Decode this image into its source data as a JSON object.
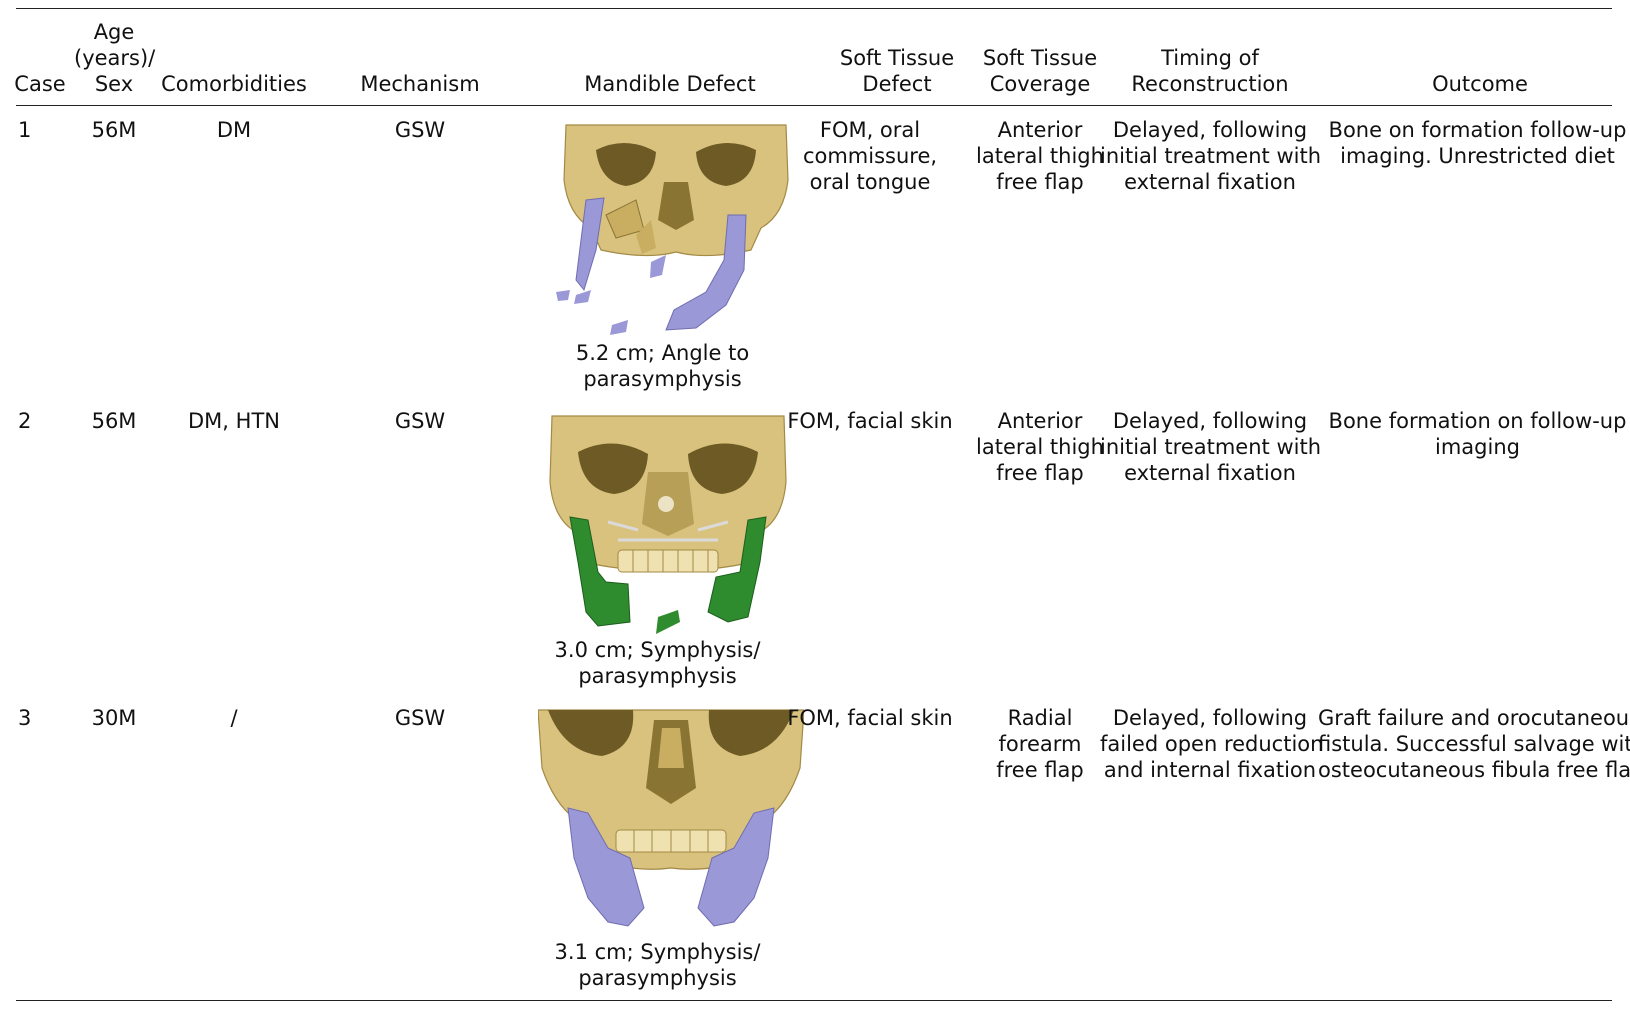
{
  "table": {
    "headers": {
      "case": "Case",
      "age": [
        "Age",
        "(years)/",
        "Sex"
      ],
      "comorbidities": "Comorbidities",
      "mechanism": "Mechanism",
      "mandible_defect": "Mandible Defect",
      "soft_tissue_defect": [
        "Soft Tissue",
        "Defect"
      ],
      "soft_tissue_coverage": [
        "Soft Tissue",
        "Coverage"
      ],
      "timing": [
        "Timing of",
        "Reconstruction"
      ],
      "outcome": "Outcome"
    },
    "rows": [
      {
        "case": "1",
        "age_sex": "56M",
        "comorbidities": "DM",
        "mechanism": "GSW",
        "defect_caption": [
          "5.2 cm; Angle to",
          "parasymphysis"
        ],
        "soft_tissue_defect": [
          "FOM, oral",
          "commissure,",
          "oral tongue"
        ],
        "soft_tissue_coverage": [
          "Anterior",
          "lateral thigh",
          "free flap"
        ],
        "timing": [
          "Delayed, following",
          "initial treatment with",
          "external fixation"
        ],
        "outcome": [
          "Bone on formation follow-up",
          "imaging. Unrestricted diet"
        ],
        "image_colors": {
          "skull": "#d9c27e",
          "mandible": "#9a98d6"
        }
      },
      {
        "case": "2",
        "age_sex": "56M",
        "comorbidities": "DM, HTN",
        "mechanism": "GSW",
        "defect_caption": [
          "3.0 cm; Symphysis/",
          "parasymphysis"
        ],
        "soft_tissue_defect": [
          "FOM, facial skin"
        ],
        "soft_tissue_coverage": [
          "Anterior",
          "lateral thigh",
          "free flap"
        ],
        "timing": [
          "Delayed, following",
          "initial treatment with",
          "external fixation"
        ],
        "outcome": [
          "Bone formation on follow-up",
          "imaging"
        ],
        "image_colors": {
          "skull": "#d9c27e",
          "mandible": "#2e8b2e"
        }
      },
      {
        "case": "3",
        "age_sex": "30M",
        "comorbidities": "/",
        "mechanism": "GSW",
        "defect_caption": [
          "3.1 cm; Symphysis/",
          "parasymphysis"
        ],
        "soft_tissue_defect": [
          "FOM, facial skin"
        ],
        "soft_tissue_coverage": [
          "Radial",
          "forearm",
          "free flap"
        ],
        "timing": [
          "Delayed, following",
          "failed open reduction",
          "and internal fixation"
        ],
        "outcome": [
          "Graft failure and orocutaneous",
          "fistula. Successful salvage with",
          "osteocutaneous fibula free flap"
        ],
        "image_colors": {
          "skull": "#d9c27e",
          "mandible": "#9a98d6"
        }
      }
    ]
  }
}
